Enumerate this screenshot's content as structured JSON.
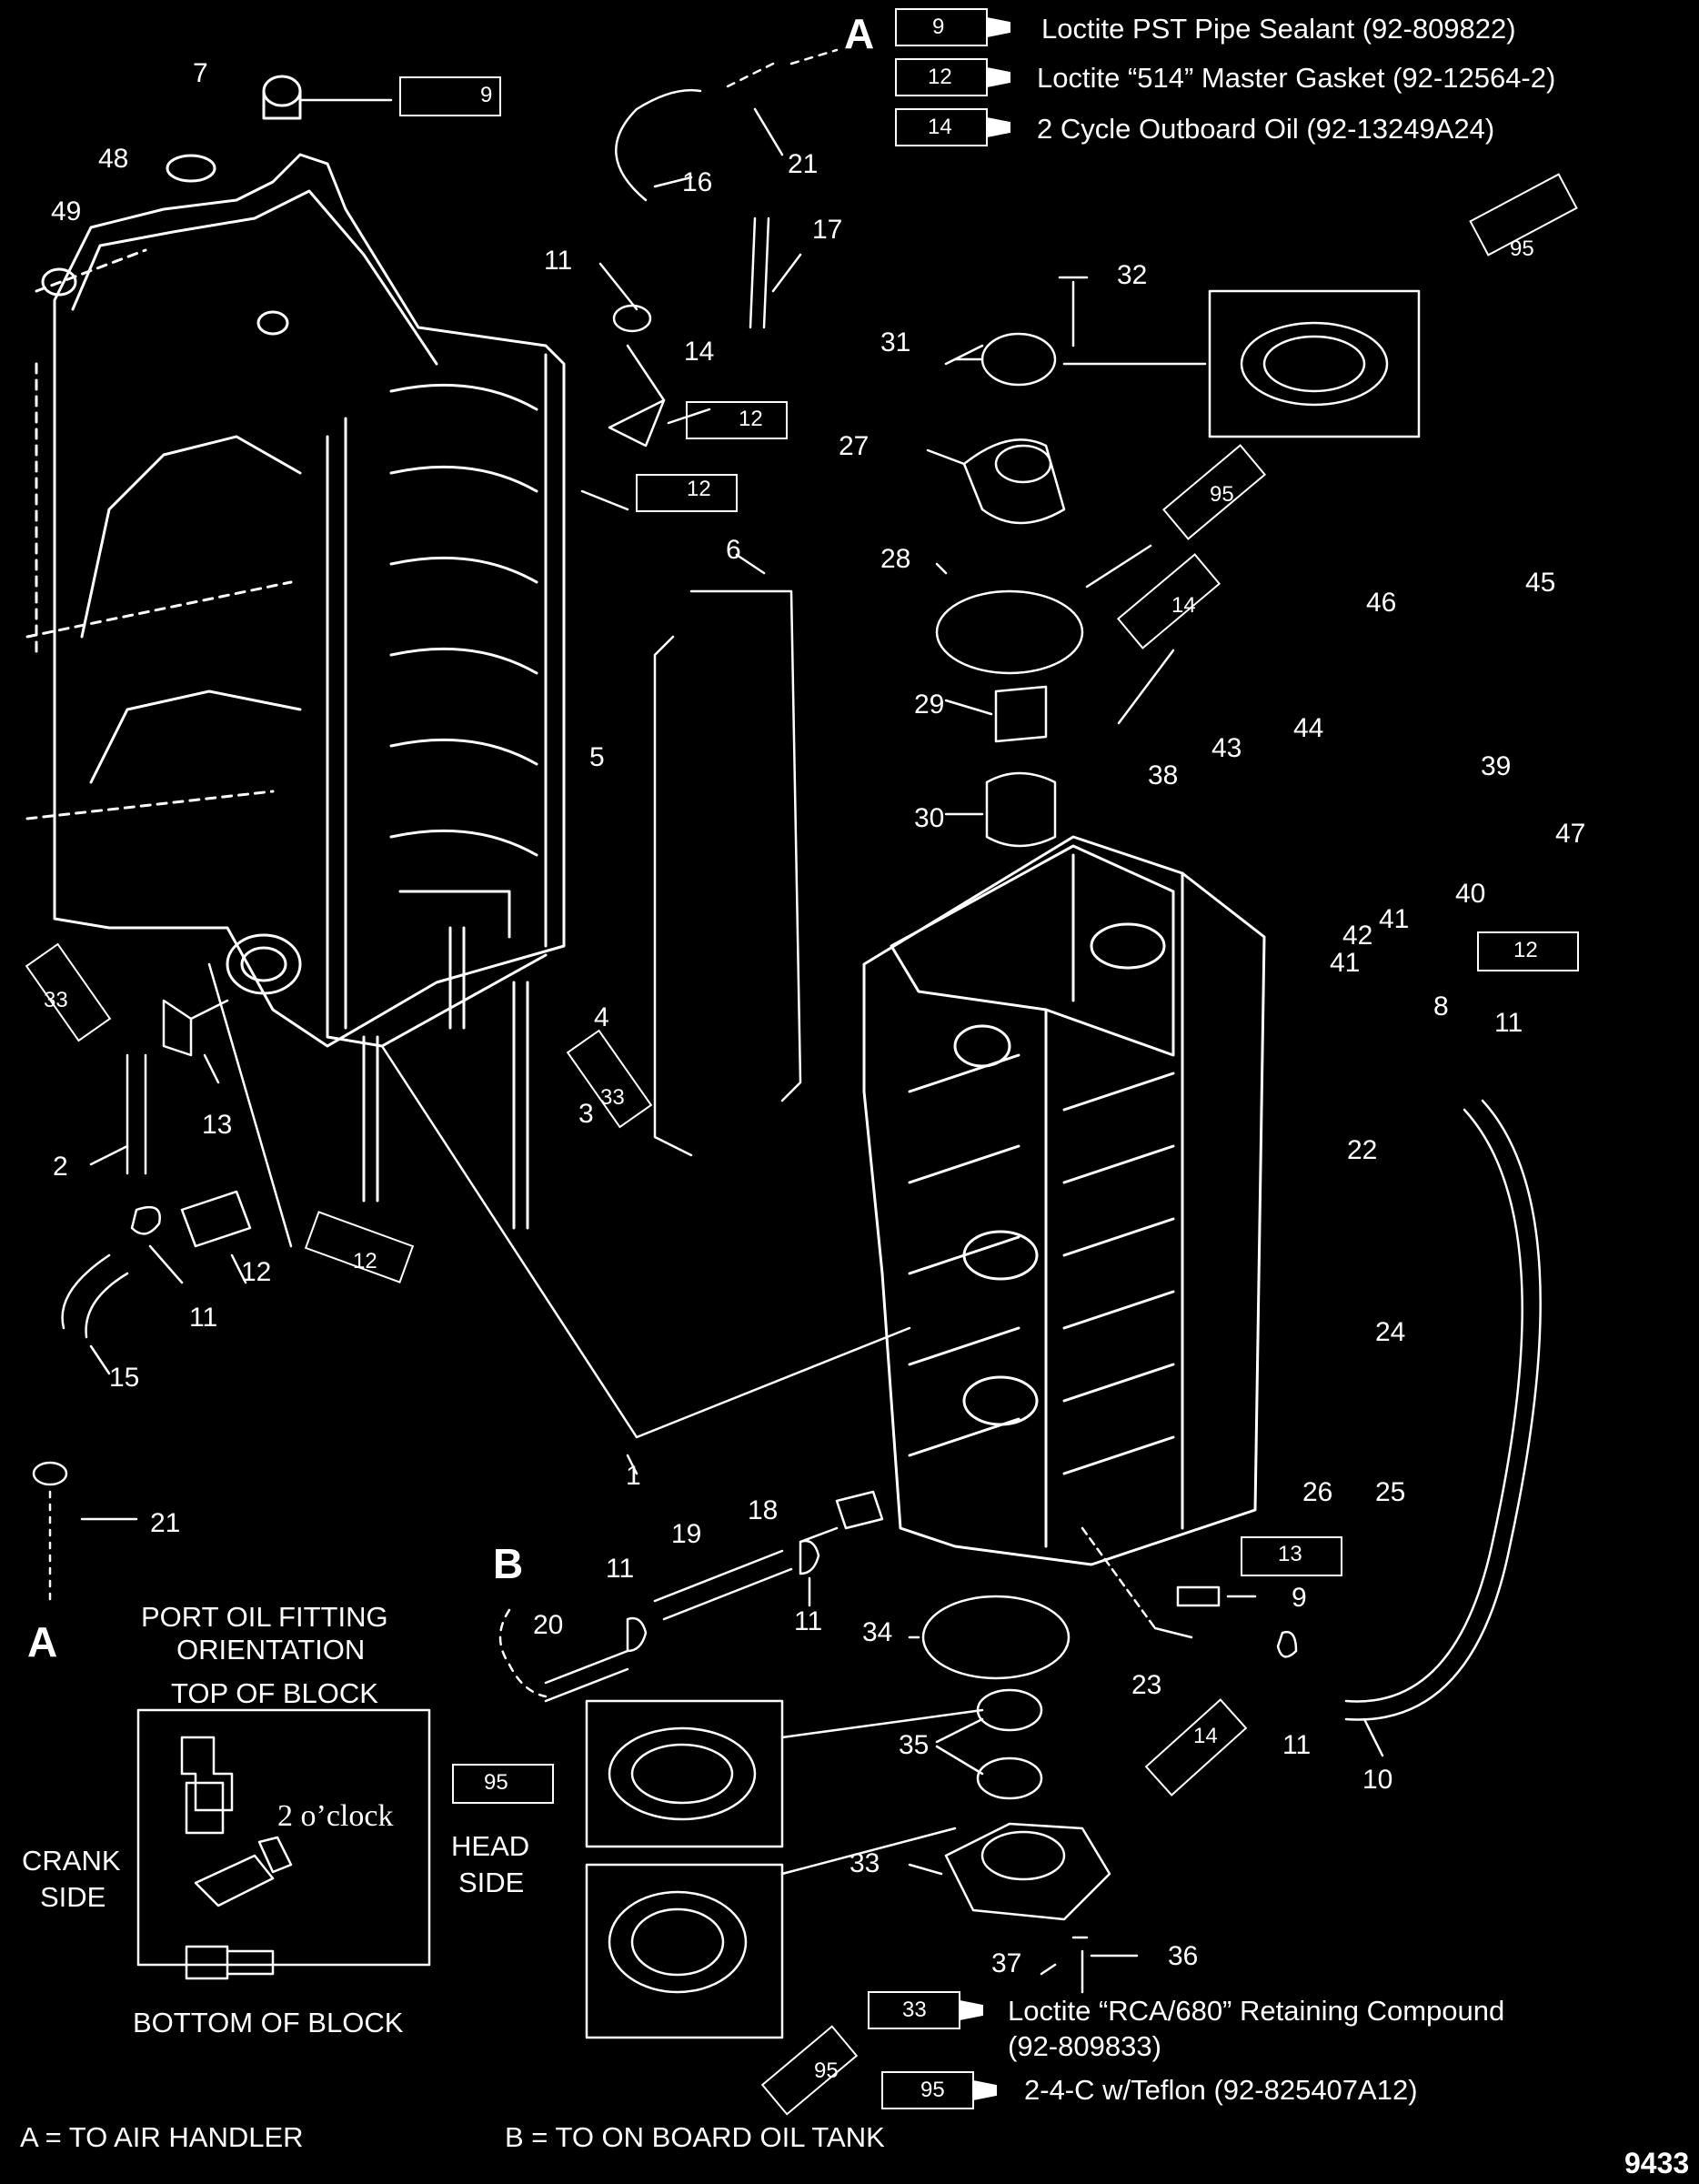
{
  "legend_top": [
    {
      "tube": "9",
      "text": "Loctite PST Pipe Sealant (92-809822)"
    },
    {
      "tube": "12",
      "text": "Loctite “514” Master Gasket (92-12564-2)"
    },
    {
      "tube": "14",
      "text": "2 Cycle Outboard Oil (92-13249A24)"
    }
  ],
  "legend_bottom": [
    {
      "tube": "33",
      "text": "Loctite “RCA/680” Retaining Compound",
      "text2": "(92-809833)"
    },
    {
      "tube": "95",
      "text": "2-4-C w/Teflon (92-825407A12)"
    }
  ],
  "refs": {
    "A": "A",
    "B": "B"
  },
  "inset": {
    "title1": "PORT OIL FITTING",
    "title2": "ORIENTATION",
    "top": "TOP OF BLOCK",
    "bottom": "BOTTOM OF BLOCK",
    "clock": "2 o’clock",
    "crank1": "CRANK",
    "crank2": "SIDE",
    "head1": "HEAD",
    "head2": "SIDE"
  },
  "footer": {
    "a": "A = TO AIR HANDLER",
    "b": "B = TO ON BOARD OIL TANK",
    "fig": "9433"
  },
  "callouts": {
    "c7": "7",
    "c48": "48",
    "c49": "49",
    "c16": "16",
    "c21a": "21",
    "c17": "17",
    "c11a": "11",
    "c14": "14",
    "c32": "32",
    "c31": "31",
    "c27": "27",
    "c28": "28",
    "c6": "6",
    "c29": "29",
    "c30": "30",
    "c46": "46",
    "c45": "45",
    "c43": "43",
    "c44": "44",
    "c38": "38",
    "c39": "39",
    "c47": "47",
    "c40": "40",
    "c41a": "41",
    "c42": "42",
    "c41b": "41",
    "c5": "5",
    "c4": "4",
    "c3": "3",
    "c2": "2",
    "c13": "13",
    "c12": "12",
    "c11b": "11",
    "c15": "15",
    "c8": "8",
    "c11c": "11",
    "c22": "22",
    "c24": "24",
    "c25": "25",
    "c26": "26",
    "c1": "1",
    "c21b": "21",
    "c18": "18",
    "c19": "19",
    "c11d": "11",
    "c11e": "11",
    "c20": "20",
    "c34": "34",
    "c9": "9",
    "c23": "23",
    "c11f": "11",
    "c10": "10",
    "c35": "35",
    "c33": "33",
    "c37": "37",
    "c36": "36"
  },
  "tubes": {
    "t9": "9",
    "t12a": "12",
    "t12b": "12",
    "t95a": "95",
    "t95b": "95",
    "t14": "14",
    "t33a": "33",
    "t33b": "33",
    "t12c": "12",
    "t12d": "12",
    "t13": "13",
    "t95c": "95",
    "t14b": "14",
    "t95d": "95"
  }
}
